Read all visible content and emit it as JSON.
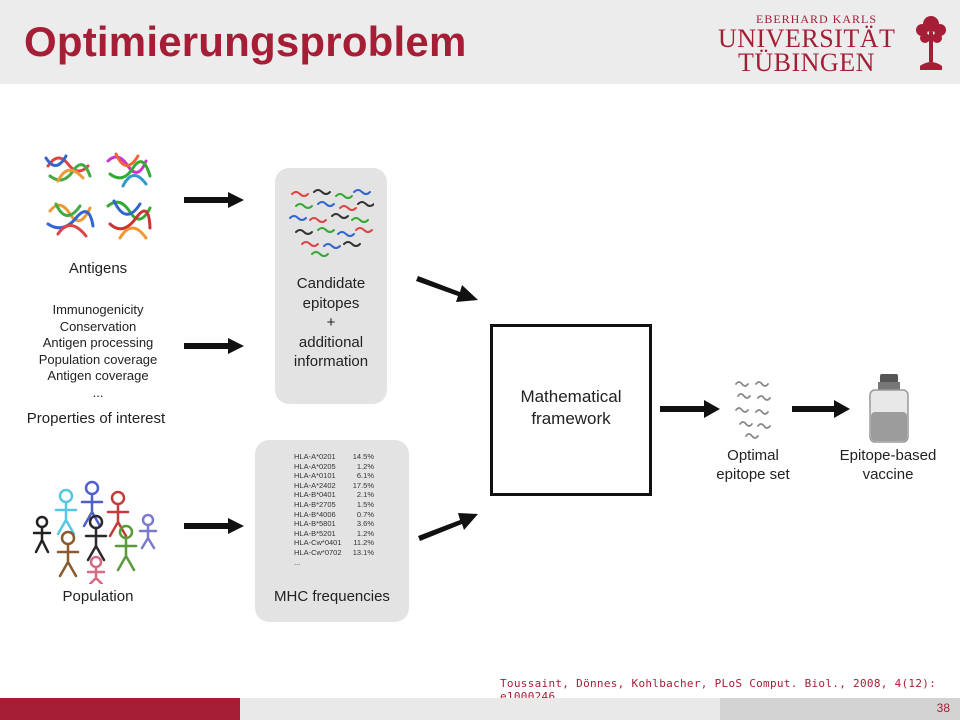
{
  "header": {
    "title": "Optimierungsproblem",
    "logo": {
      "line1": "EBERHARD KARLS",
      "line2": "UNIVERSITÄT",
      "line3": "TÜBINGEN"
    }
  },
  "diagram": {
    "antigens_label": "Antigens",
    "properties": [
      "Immunogenicity",
      "Conservation",
      "Antigen processing",
      "Population coverage",
      "Antigen coverage",
      "..."
    ],
    "properties_title": "Properties of interest",
    "population_label": "Population",
    "candidate_box": [
      "Candidate",
      "epitopes",
      "+",
      "additional",
      "information"
    ],
    "mhc_label": "MHC frequencies",
    "mhc_table": [
      {
        "allele": "HLA-A*0201",
        "freq": "14.5%"
      },
      {
        "allele": "HLA-A*0205",
        "freq": "1.2%"
      },
      {
        "allele": "HLA-A*0101",
        "freq": "6.1%"
      },
      {
        "allele": "HLA-A*2402",
        "freq": "17.5%"
      },
      {
        "allele": "HLA-B*0401",
        "freq": "2.1%"
      },
      {
        "allele": "HLA-B*2705",
        "freq": "1.5%"
      },
      {
        "allele": "HLA-B*4006",
        "freq": "0.7%"
      },
      {
        "allele": "HLA-B*5801",
        "freq": "3.6%"
      },
      {
        "allele": "HLA-B*5201",
        "freq": "1.2%"
      },
      {
        "allele": "HLA-Cw*0401",
        "freq": "11.2%"
      },
      {
        "allele": "HLA-Cw*0702",
        "freq": "13.1%"
      }
    ],
    "mhc_ellipsis": "...",
    "framework_label": [
      "Mathematical",
      "framework"
    ],
    "optimal_label": [
      "Optimal",
      "epitope set"
    ],
    "vaccine_label": [
      "Epitope-based",
      "vaccine"
    ]
  },
  "citation": "Toussaint, Dönnes, Kohlbacher, PLoS Comput. Biol., 2008, 4(12): e1000246",
  "page_number": "38",
  "colors": {
    "brand_red": "#a51e36",
    "header_gray": "#ececec",
    "box_gray": "#e3e3e3"
  }
}
